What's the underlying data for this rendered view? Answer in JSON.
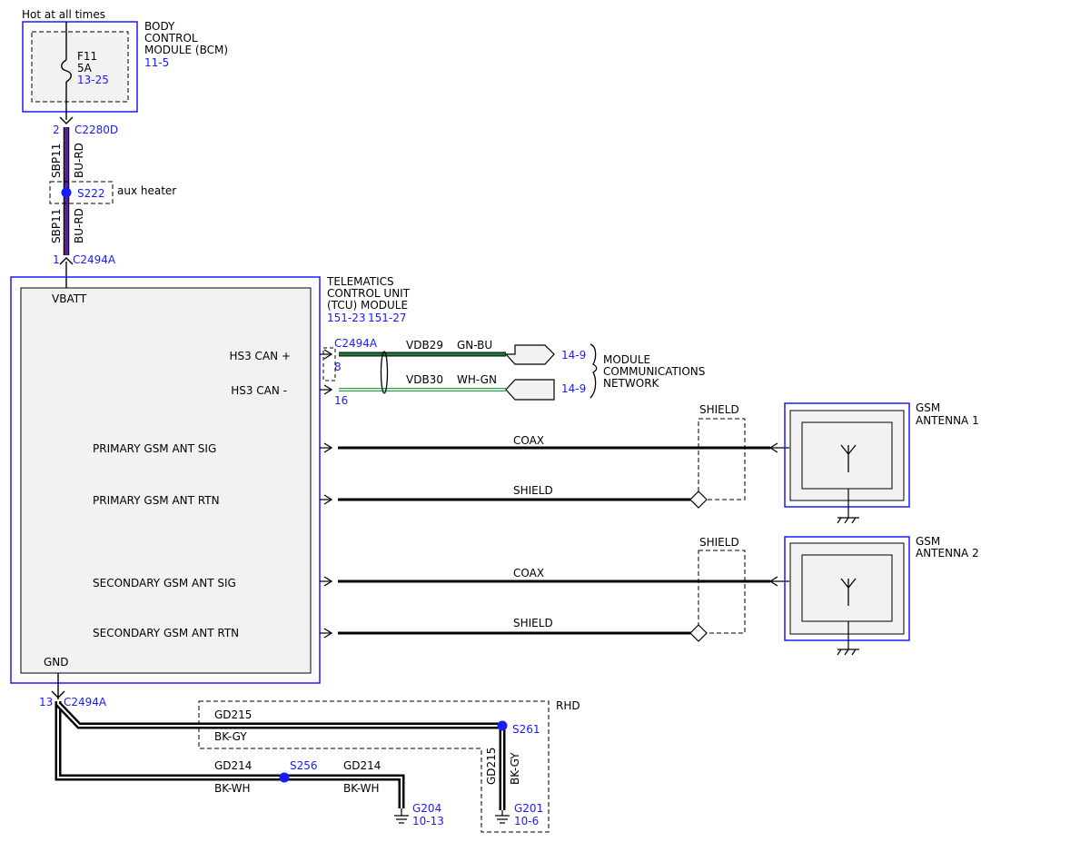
{
  "hot_label": "Hot at all times",
  "bcm": {
    "title": [
      "BODY",
      "CONTROL",
      "MODULE (BCM)"
    ],
    "ref": "11-5",
    "fuse_name": "F11",
    "fuse_rating": "5A",
    "fuse_ref": "13-25"
  },
  "top_wire": {
    "pin_top": "2",
    "connector_top": "C2280D",
    "circuit": "SBP11",
    "color": "BU-RD",
    "splice": "S222",
    "splice_note": "aux heater",
    "pin_bottom": "1",
    "connector_bottom": "C2494A"
  },
  "tcu": {
    "title": [
      "TELEMATICS",
      "CONTROL UNIT",
      "(TCU) MODULE"
    ],
    "ref1": "151-23",
    "ref2": "151-27",
    "vbatt": "VBATT",
    "gnd": "GND",
    "pins": {
      "can_plus": "HS3 CAN +",
      "can_minus": "HS3 CAN -",
      "prim_sig": "PRIMARY GSM ANT SIG",
      "prim_rtn": "PRIMARY GSM ANT RTN",
      "sec_sig": "SECONDARY GSM ANT SIG",
      "sec_rtn": "SECONDARY GSM ANT RTN"
    }
  },
  "can": {
    "connector": "C2494A",
    "pin_plus": "8",
    "pin_minus": "16",
    "circuit_plus": "VDB29",
    "color_plus": "GN-BU",
    "circuit_minus": "VDB30",
    "color_minus": "WH-GN",
    "ref_plus": "14-9",
    "ref_minus": "14-9",
    "network": [
      "MODULE",
      "COMMUNICATIONS",
      "NETWORK"
    ]
  },
  "antennas": {
    "coax_label": "COAX",
    "shield_wire_label": "SHIELD",
    "shield_box_label": "SHIELD",
    "gsm1": [
      "GSM",
      "ANTENNA 1"
    ],
    "gsm2": [
      "GSM",
      "ANTENNA 2"
    ]
  },
  "ground": {
    "pin": "13",
    "connector": "C2494A",
    "rhd": "RHD",
    "gd215_top": "GD215",
    "bkgy_top": "BK-GY",
    "splice_s261": "S261",
    "gd215_vert": "GD215",
    "bkgy_vert": "BK-GY",
    "g201": "G201",
    "g201_ref": "10-6",
    "gd214_left": "GD214",
    "bkwh_left": "BK-WH",
    "splice_s256": "S256",
    "gd214_right": "GD214",
    "bkwh_right": "BK-WH",
    "g204": "G204",
    "g204_ref": "10-13"
  },
  "colors": {
    "link_blue": "#1a1aff",
    "wire_purple": "#5a1ea0",
    "wire_green": "#1e7a3a",
    "module_fill": "#f2f2f2",
    "splice_dot": "#1a1aff"
  }
}
